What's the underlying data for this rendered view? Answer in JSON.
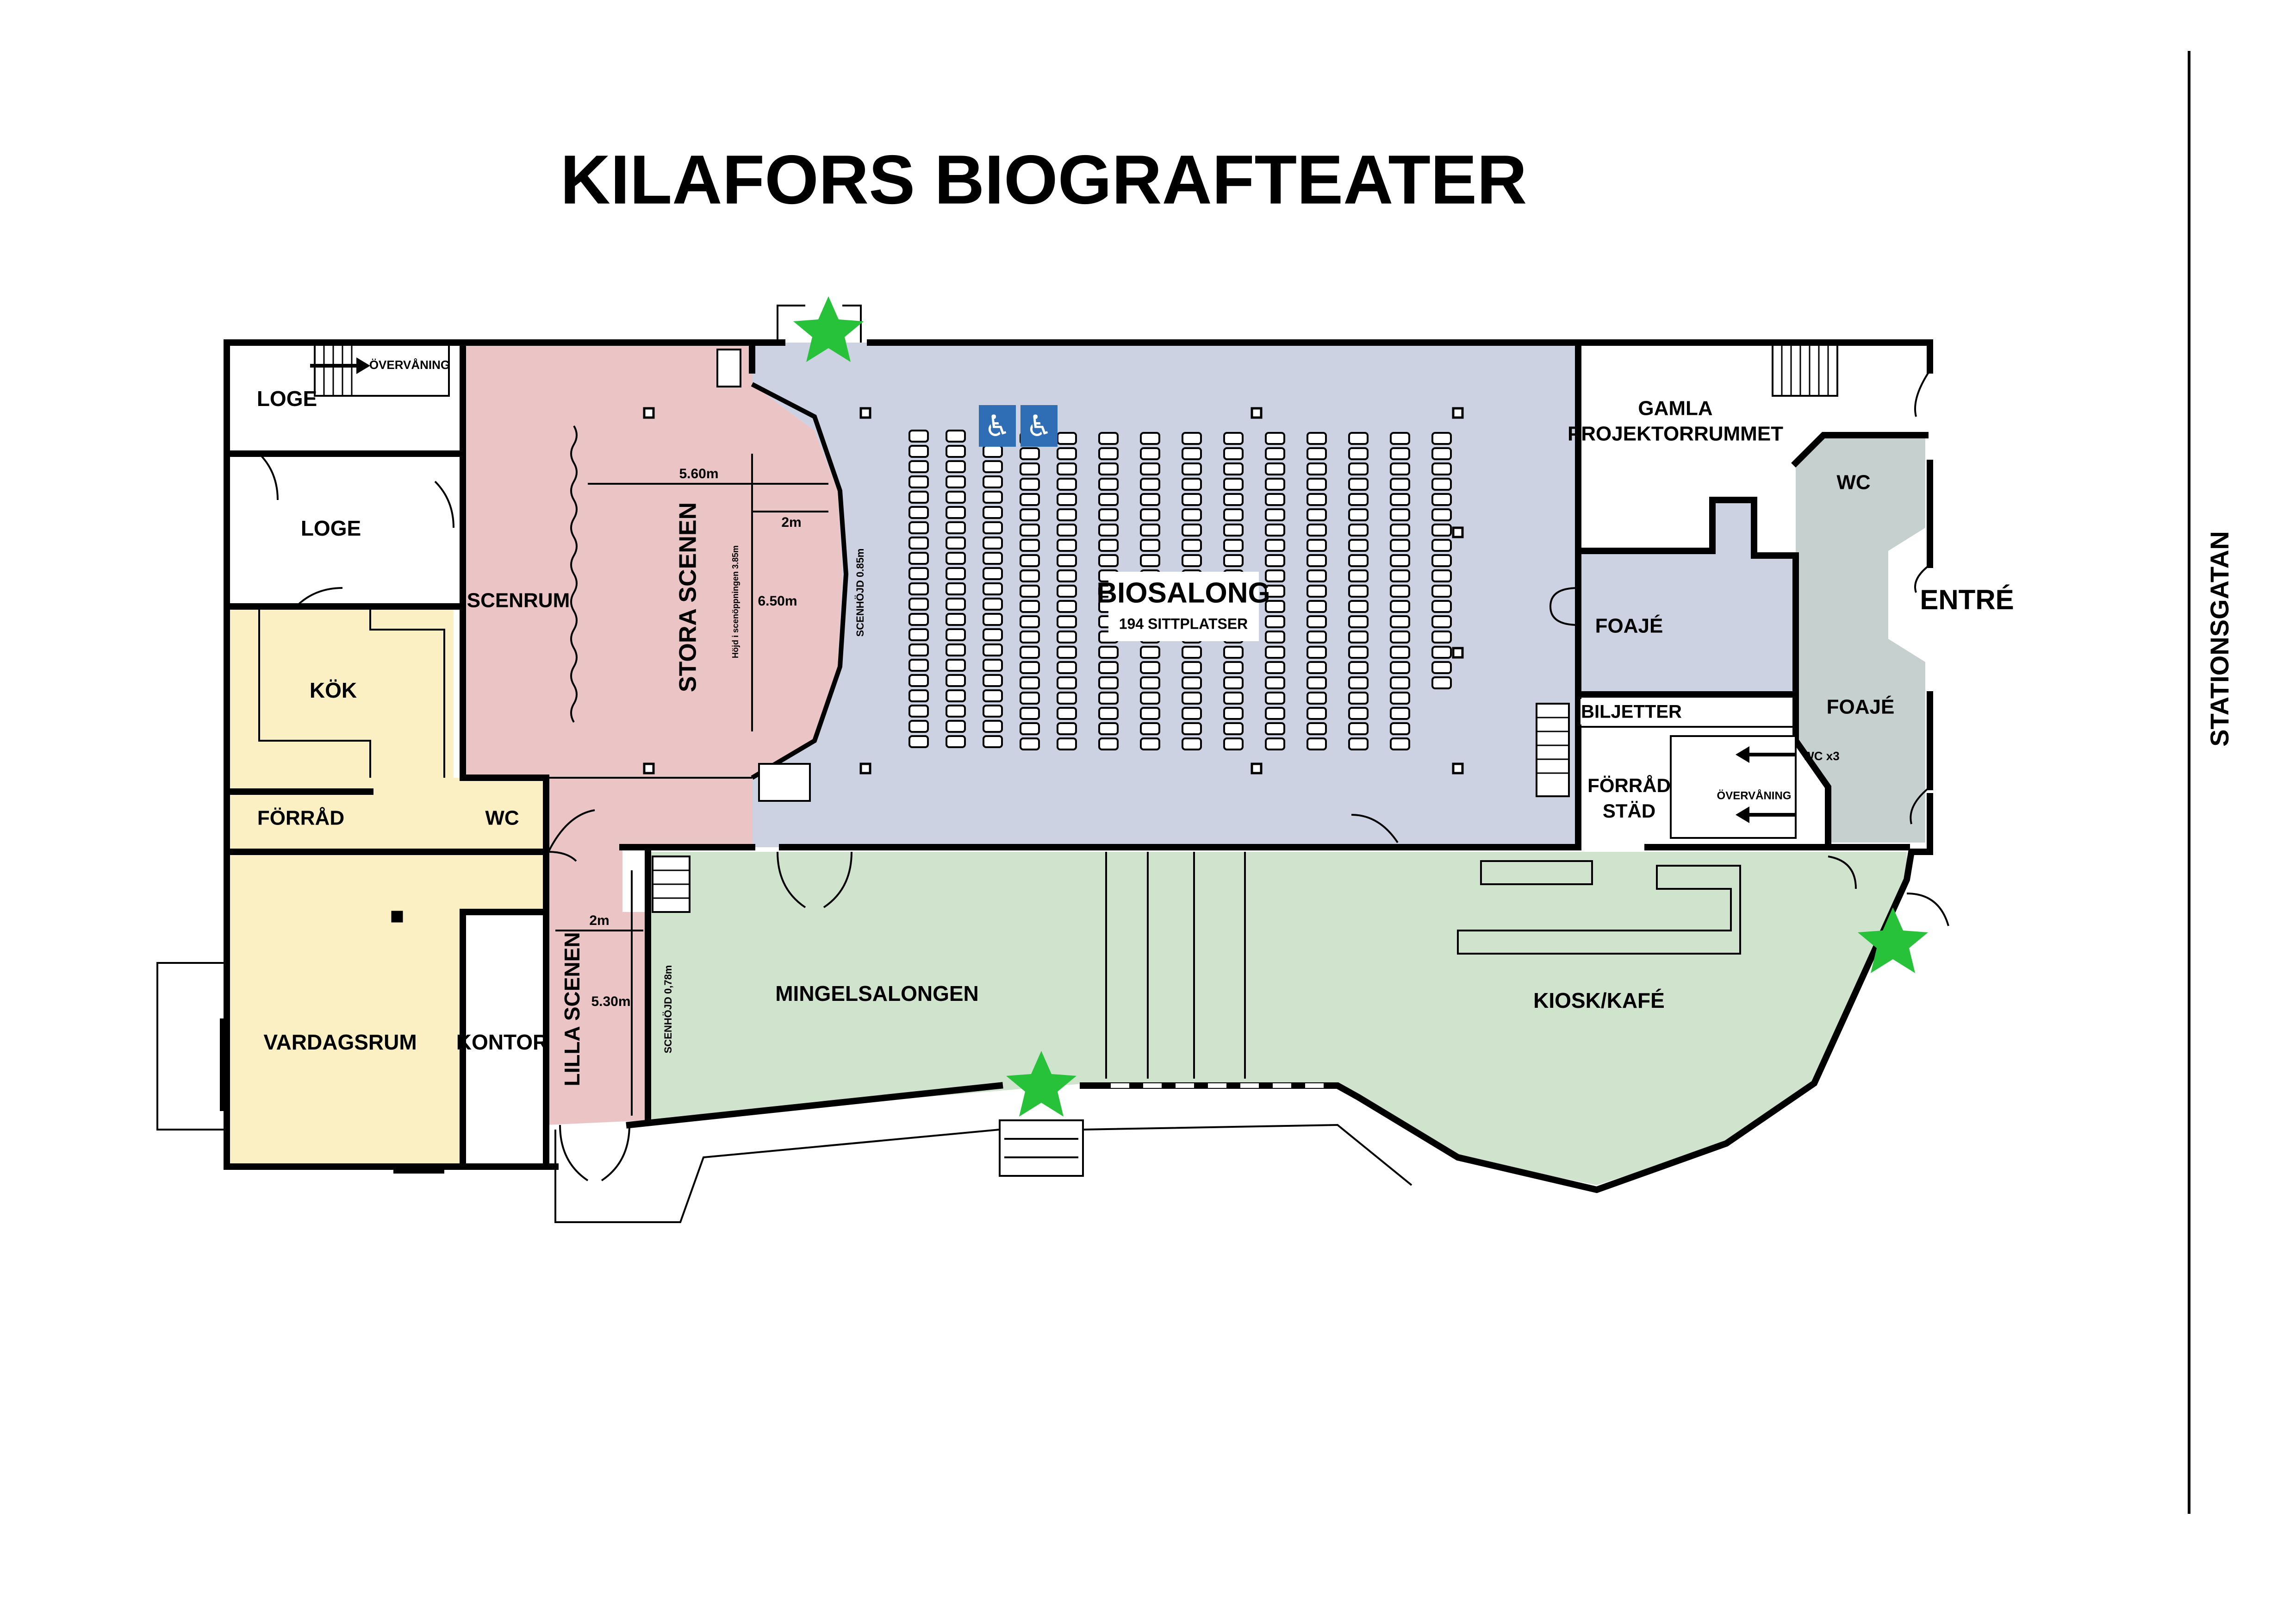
{
  "title": "KILAFORS BIOGRAFTEATER",
  "street": "STATIONSGATAN",
  "colors": {
    "stage": "#ebc4c5",
    "cinema": "#cdd2e3",
    "lounge": "#cfe3cd",
    "private": "#fbf0c4",
    "wc_hatch": "#c5d0cf",
    "star": "#28c23a",
    "accessibility": "#2f6db5"
  },
  "rooms": {
    "loge_1": "LOGE",
    "loge_2": "LOGE",
    "overvaning_1": "ÖVERVÅNING",
    "kok": "KÖK",
    "forrad": "FÖRRÅD",
    "wc_private": "WC",
    "vardagsrum": "VARDAGSRUM",
    "kontor": "KONTOR",
    "scenrum": "SCENRUM",
    "stora_scenen": "STORA SCENEN",
    "lilla_scenen": "LILLA SCENEN",
    "biosalong": "BIOSALONG",
    "biosalong_seats": "194 SITTPLATSER",
    "gamla_projektorrummet_1": "GAMLA",
    "gamla_projektorrummet_2": "PROJEKTORRUMMET",
    "wc_entrance": "WC",
    "foaje_1": "FOAJÉ",
    "foaje_2": "FOAJÉ",
    "entre": "ENTRÉ",
    "biljetter": "BILJETTER",
    "forrad_stad_1": "FÖRRÅD",
    "forrad_stad_2": "STÄD",
    "wc_x3": "WC x3",
    "overvaning_2": "ÖVERVÅNING",
    "mingelsalongen": "MINGELSALONGEN",
    "kiosk": "KIOSK/KAFÉ"
  },
  "dimensions": {
    "stage_width": "5.60m",
    "stage_apron": "2m",
    "stage_depth": "6.50m",
    "stage_height_note": "Höjd i scenöppningen 3.85m",
    "scenhojd_big": "SCENHÖJD 0.85m",
    "small_width": "2m",
    "small_depth": "5.30m",
    "scenhojd_small": "SCENHÖJD 0,78m"
  },
  "icons": {
    "emergency_exit": "green-star-icon",
    "wheelchair": "wheelchair-icon",
    "stairs": "stairs-icon",
    "arrow": "arrow-icon"
  }
}
